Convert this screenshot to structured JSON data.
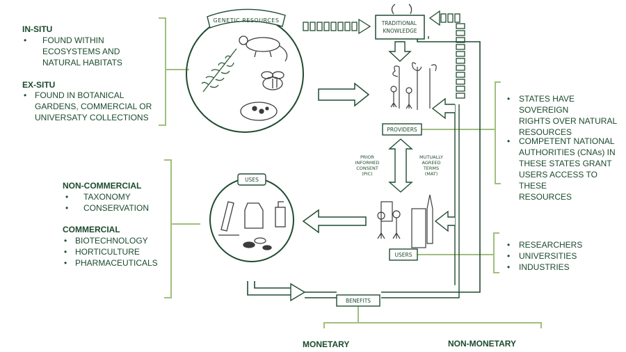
{
  "colors": {
    "ink": "#1f4a30",
    "text": "#1a4a2c",
    "bracket": "#9fbf7e",
    "sketch": "#3b3b3b"
  },
  "labels": {
    "genetic_resources": "GENETIC RESOURCES",
    "traditional_knowledge": "TRADITIONAL KNOWLEDGE",
    "providers": "PROVIDERS",
    "users": "USERS",
    "uses": "USES",
    "benefits": "BENEFITS",
    "pic": [
      "PRIOR",
      "INFORMED",
      "CONSENT",
      "(PIC)"
    ],
    "mat": [
      "MUTUALLY",
      "AGREED",
      "TERMS",
      "(MAT)"
    ]
  },
  "in_situ": {
    "title": "IN-SITU",
    "items": [
      "FOUND WITHIN",
      "ECOSYSTEMS AND",
      "NATURAL HABITATS"
    ]
  },
  "ex_situ": {
    "title": "EX-SITU",
    "items": [
      "FOUND IN BOTANICAL",
      "GARDENS, COMMERCIAL OR",
      "UNIVERSATY COLLECTIONS"
    ]
  },
  "non_commercial": {
    "title": "NON-COMMERCIAL",
    "items": [
      "TAXONOMY",
      "CONSERVATION"
    ]
  },
  "commercial": {
    "title": "COMMERCIAL",
    "items": [
      "BIOTECHNOLOGY",
      "HORTICULTURE",
      "PHARMACEUTICALS"
    ]
  },
  "states": {
    "items": [
      [
        "STATES HAVE SOVEREIGN",
        "RIGHTS OVER NATURAL",
        "RESOURCES"
      ],
      [
        "COMPETENT NATIONAL",
        "AUTHORITIES (CNAs) IN",
        "THESE STATES GRANT",
        "USERS ACCESS TO THESE",
        "RESOURCES"
      ]
    ]
  },
  "user_types": {
    "items": [
      "RESEARCHERS",
      "UNIVERSITIES",
      "INDUSTRIES"
    ]
  },
  "monetary": {
    "title": "MONETARY"
  },
  "non_monetary": {
    "title": "NON-MONETARY"
  },
  "bullet_glyph": "•"
}
